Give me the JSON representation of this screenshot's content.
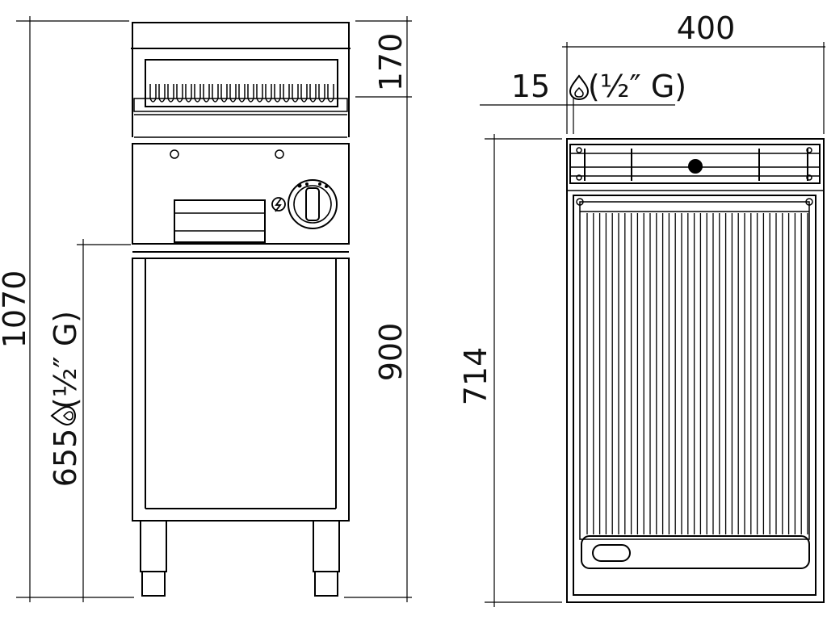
{
  "dimensions": {
    "width": "400",
    "gas_offset": "15",
    "gas_label_top": "(½″ G)",
    "top_height": "170",
    "work_height": "900",
    "total_height": "1070",
    "gas_height": "655",
    "gas_label_side": "(½″ G)",
    "depth": "714"
  },
  "icons": {
    "gas": "gas-flame-icon",
    "ignition": "spark-icon",
    "knob": "control-knob-icon"
  }
}
